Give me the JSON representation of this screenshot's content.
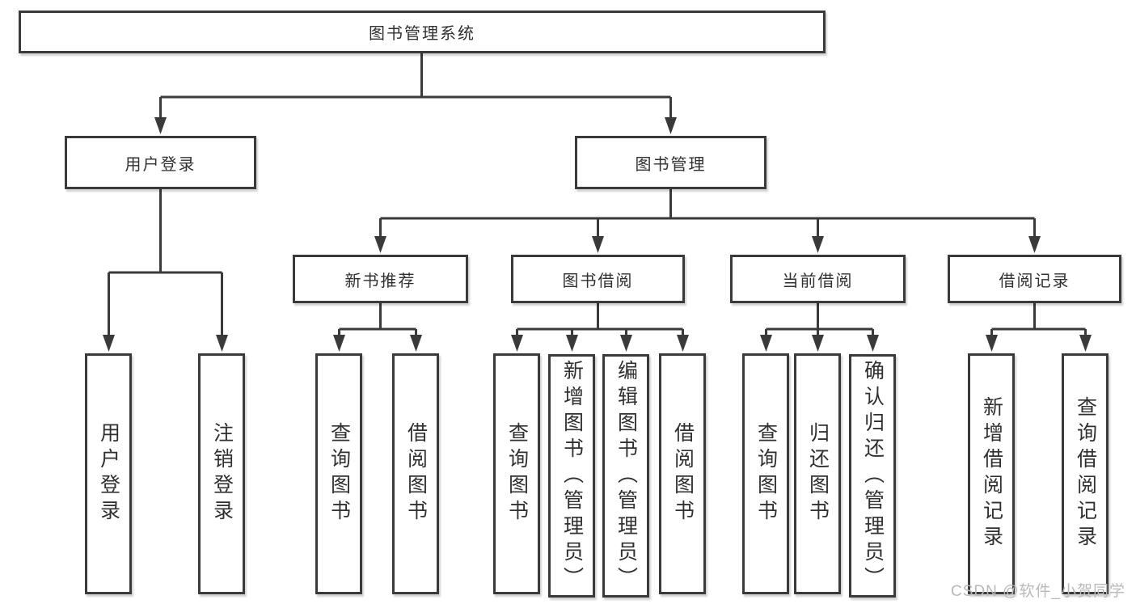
{
  "tree": {
    "root": {
      "label": "图书管理系统"
    },
    "branches": [
      {
        "label": "用户登录",
        "children": [
          {
            "label": "用户登录"
          },
          {
            "label": "注销登录"
          }
        ]
      },
      {
        "label": "图书管理",
        "children": [
          {
            "label": "新书推荐",
            "children": [
              {
                "label": "查询图书"
              },
              {
                "label": "借阅图书"
              }
            ]
          },
          {
            "label": "图书借阅",
            "children": [
              {
                "label": "查询图书"
              },
              {
                "label": "新增图书（管理员）"
              },
              {
                "label": "编辑图书（管理员）"
              },
              {
                "label": "借阅图书"
              }
            ]
          },
          {
            "label": "当前借阅",
            "children": [
              {
                "label": "查询图书"
              },
              {
                "label": "归还图书"
              },
              {
                "label": "确认归还（管理员）"
              }
            ]
          },
          {
            "label": "借阅记录",
            "children": [
              {
                "label": "新增借阅记录"
              },
              {
                "label": "查询借阅记录"
              }
            ]
          }
        ]
      }
    ]
  },
  "watermark": {
    "text": "CSDN @软件_小贺同学"
  },
  "colors": {
    "line": "#3a3a3a",
    "box_border": "#3a3a3a",
    "text": "#303030",
    "background": "#ffffff",
    "watermark": "#b9b9b9"
  }
}
